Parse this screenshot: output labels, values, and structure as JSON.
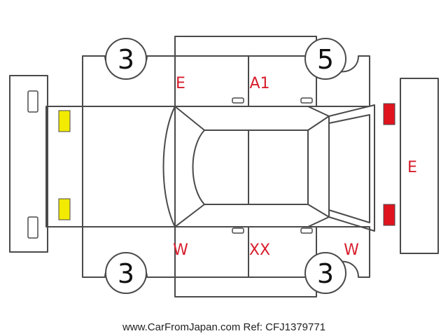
{
  "tires": {
    "front_left": "3",
    "rear_left": "5",
    "front_right": "3",
    "rear_right": "3"
  },
  "codes": {
    "left_front_door": "E",
    "left_rear_door": "A1",
    "right_front_door": "W",
    "right_rear_door": "XX",
    "right_rear_fender": "W",
    "rear_panel": "E"
  },
  "markers": {
    "front_light_color": "#f2ea00",
    "rear_light_color": "#e0141e"
  },
  "colors": {
    "line": "#4a4a4a",
    "code_text": "#d81e2c"
  },
  "footer": {
    "text": "www.CarFromJapan.com Ref: CFJ1379771"
  }
}
